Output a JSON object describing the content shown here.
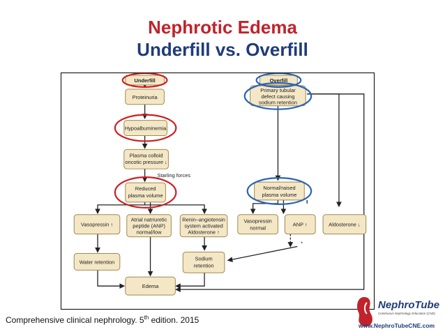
{
  "title": {
    "line1": "Nephrotic Edema",
    "line2": "Underfill vs. Overfill"
  },
  "colors": {
    "title1": "#c0232b",
    "title2": "#1f3b7a",
    "box_fill": "#f4e7c6",
    "box_stroke": "#a08850",
    "red_ring": "#cc1f1f",
    "blue_ring": "#2a63b3"
  },
  "diagram": {
    "underfill_header": "Underfill",
    "overfill_header": "Overfill",
    "proteinuria": "Proteinuria",
    "hypoalbuminemia": "Hypoalbuminemia",
    "plasma_colloid": [
      "Plasma colloid",
      "oncotic pressure ↓"
    ],
    "starling": "Starling forces",
    "reduced_volume": [
      "Reduced",
      "plasma volume"
    ],
    "vasopressin_up": "Vasopressin ↑",
    "anp_left": [
      "Atrial natriuretic",
      "peptide (ANP)",
      "normal/low"
    ],
    "raas": [
      "Renin–angiotensin",
      "system activated",
      "Aldosterone ↑"
    ],
    "water_retention": "Water retention",
    "sodium_retention": [
      "Sodium",
      "retention"
    ],
    "edema": "Edema",
    "primary_defect": [
      "Primary tubular",
      "defect causing",
      "sodium retention"
    ],
    "normal_volume": [
      "Normal/raised",
      "plasma volume"
    ],
    "vasopressin_normal": [
      "Vasopressin",
      "normal"
    ],
    "anp_up": "ANP ↑",
    "aldosterone_down": "Aldosterone ↓",
    "asterisk": "*"
  },
  "citation": {
    "text": "Comprehensive clinical nephrology. 5",
    "sup": "th",
    "tail": " edition. 2015"
  },
  "logo": {
    "brand": "NephroTube",
    "tagline": "Continuous Nephrology Education (CNE)",
    "url": "www.NephroTubeCNE.com"
  }
}
